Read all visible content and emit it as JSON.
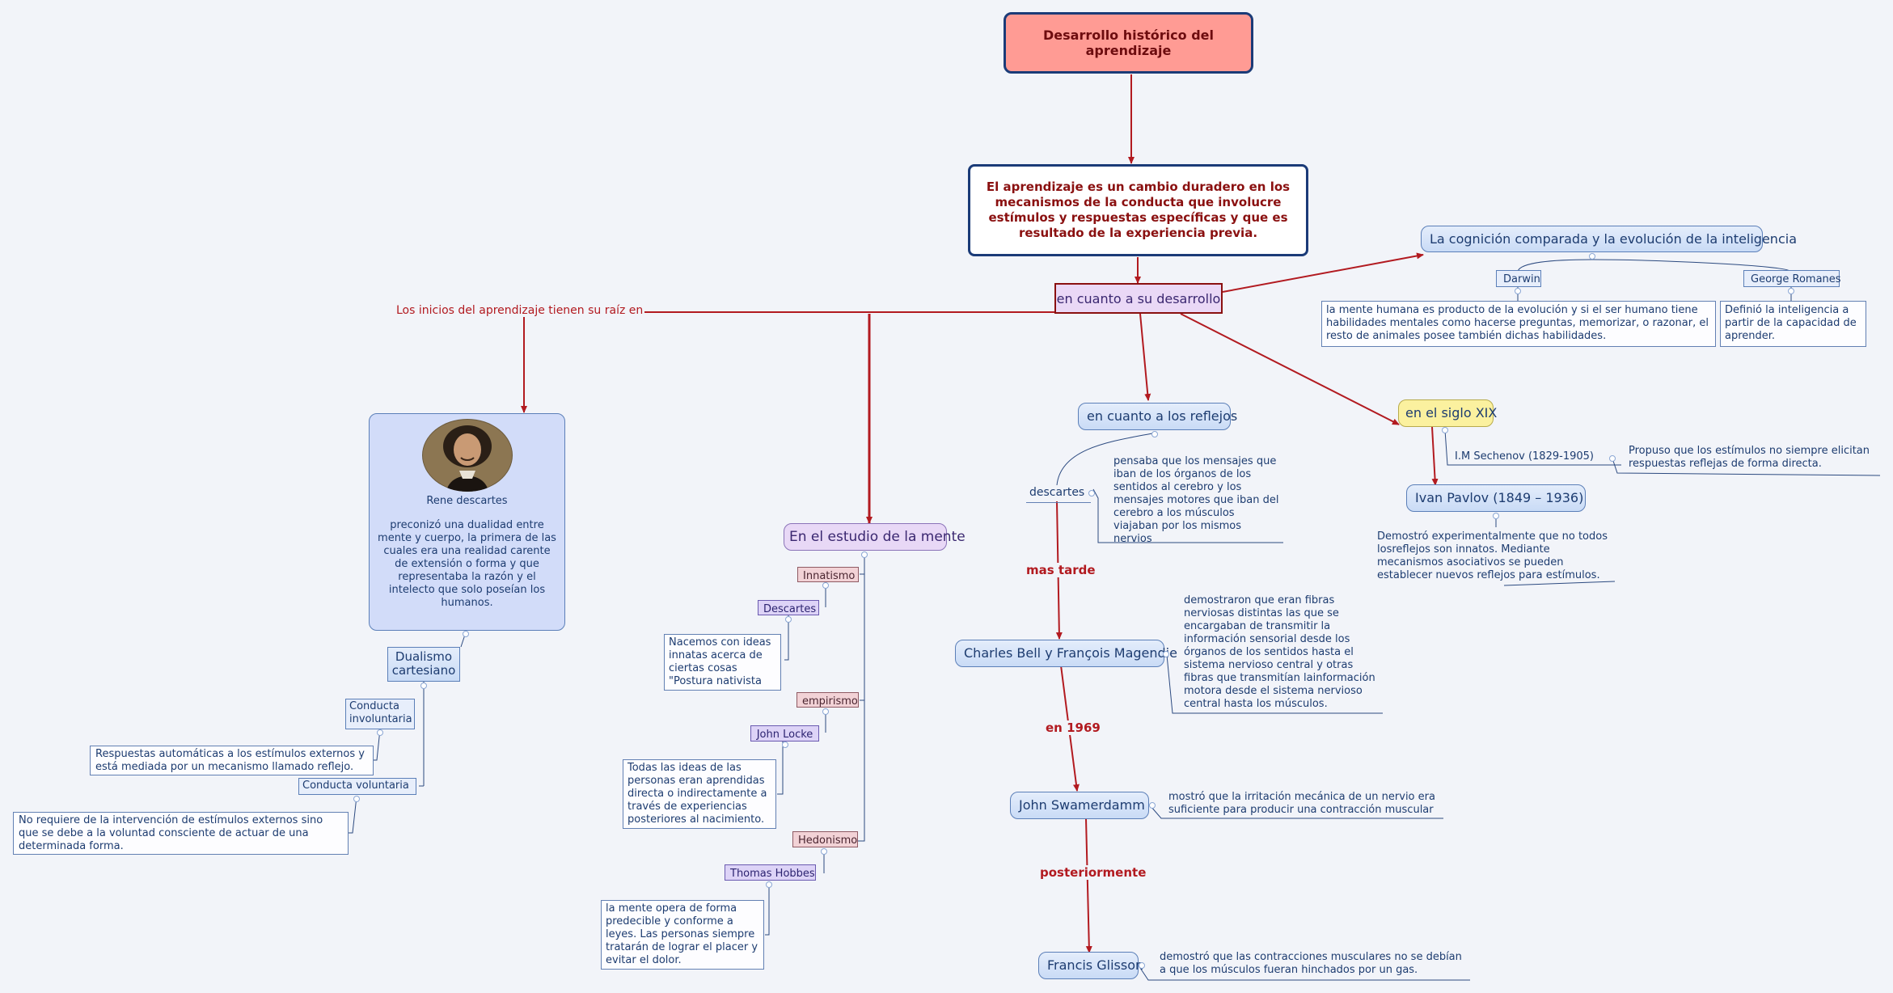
{
  "root": {
    "title": "Desarrollo histórico del aprendizaje"
  },
  "definition": "El aprendizaje es un cambio duradero en los mecanismos de la conducta que involucre estímulos y respuestas específicas y que es resultado de la experiencia previa.",
  "hub": "en cuanto a su desarrollo",
  "origins": {
    "label": "Los inicios del aprendizaje tienen su raíz en",
    "rene_name": "Rene descartes",
    "rene_text": "preconizó una dualidad entre mente y cuerpo, la primera de las cuales era una realidad carente de extensión o forma y que representaba la razón y el intelecto que solo poseían los humanos.",
    "dualismo": "Dualismo cartesiano",
    "involuntaria": "Conducta involuntaria",
    "involuntaria_text": "Respuestas automáticas a los estímulos externos y está mediada por un mecanismo llamado reflejo.",
    "voluntaria": "Conducta voluntaria",
    "voluntaria_text": "No requiere de la intervención de estímulos externos sino que se debe a la voluntad consciente de actuar de una determinada forma."
  },
  "mind": {
    "title": "En el estudio de la mente",
    "innatismo": "Innatismo",
    "descartes": "Descartes",
    "descartes_text": "Nacemos con ideas innatas acerca de ciertas cosas \"Postura nativista",
    "empirismo": "empirismo",
    "locke": "John Locke",
    "locke_text": "Todas las ideas de las personas eran aprendidas directa o indirectamente a través de experiencias posteriores al nacimiento.",
    "hedonismo": "Hedonismo",
    "hobbes": "Thomas Hobbes",
    "hobbes_text": "la mente opera de forma predecible y conforme a leyes. Las personas siempre tratarán de lograr el placer y evitar el dolor."
  },
  "reflexes": {
    "title": "en cuanto a los reflejos",
    "descartes": "descartes",
    "descartes_text": "pensaba que los mensajes que iban de los órganos de los sentidos al cerebro y los mensajes motores que iban del cerebro a los músculos viajaban por los mismos nervios",
    "later_label": "mas tarde",
    "bell": "Charles Bell y François Magendie",
    "bell_text": "demostraron que eran fibras nerviosas distintas las que se encargaban de transmitir la información sensorial desde los órganos de los sentidos hasta el sistema nervioso central y otras fibras que transmitían lainformación motora desde el sistema nervioso central hasta los músculos.",
    "year_label": "en 1969",
    "swammerdam": "John Swamerdamm",
    "swammerdam_text": "mostró que la irritación mecánica de un nervio era suficiente para producir una contracción muscular",
    "after_label": "posteriormente",
    "glisson": "Francis Glisson",
    "glisson_text": "demostró que las contracciones musculares no se debían a que los músculos fueran hinchados por un gas."
  },
  "cognition": {
    "title": "La cognición comparada y la evolución de la inteligencia",
    "darwin": "Darwin",
    "darwin_text": "la mente humana es producto de la evolución y si el ser humano tiene habilidades mentales como hacerse preguntas, memorizar, o razonar, el resto de animales posee también dichas habilidades.",
    "romanes": "George Romanes",
    "romanes_text": "Definió la inteligencia a partir de la capacidad de aprender."
  },
  "xix": {
    "title": "en el siglo XIX",
    "sechenov": "I.M Sechenov (1829-1905)",
    "sechenov_text": "Propuso que los estímulos no siempre elicitan respuestas reflejas de forma directa.",
    "pavlov": "Ivan Pavlov (1849 – 1936)",
    "pavlov_text": "Demostró experimentalmente que no todos losreflejos son innatos. Mediante mecanismos asociativos se pueden establecer nuevos reflejos para estímulos."
  },
  "colors": {
    "arrow": "#b21a20",
    "connector": "#2c4a80",
    "root": "#ff9b94"
  }
}
